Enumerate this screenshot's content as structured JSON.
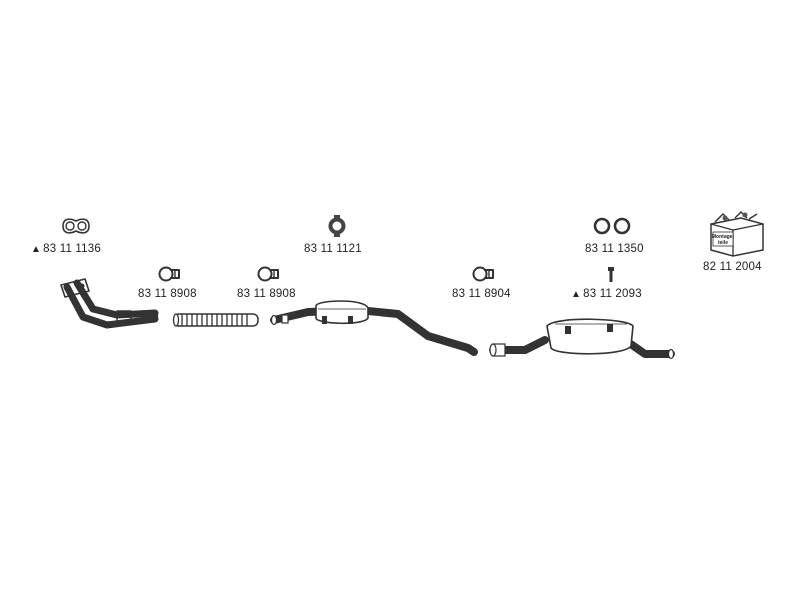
{
  "parts": [
    {
      "id": "gasket-manifold",
      "number": "83 11 1136",
      "warning": true,
      "warning_icon": "warning-triangle-icon"
    },
    {
      "id": "clamp-1",
      "number": "83 11 8908",
      "warning": false
    },
    {
      "id": "clamp-2",
      "number": "83 11 8908",
      "warning": false
    },
    {
      "id": "rubber-mount",
      "number": "83 11 1121",
      "warning": false
    },
    {
      "id": "clamp-3",
      "number": "83 11 8904",
      "warning": false
    },
    {
      "id": "rings",
      "number": "83 11 1350",
      "warning": false
    },
    {
      "id": "bolt",
      "number": "83 11 2093",
      "warning": true,
      "warning_icon": "warning-triangle-icon"
    },
    {
      "id": "mounting-kit",
      "number": "82 11 2004",
      "warning": false,
      "box_text": [
        "Montage-",
        "teile"
      ]
    }
  ],
  "icons": [
    "gasket-icon",
    "clamp-icon",
    "rubber-mount-icon",
    "ring-icon",
    "bolt-icon",
    "mounting-kit-box-icon",
    "front-pipe-icon",
    "flex-pipe-icon",
    "middle-silencer-icon",
    "rear-silencer-icon"
  ]
}
